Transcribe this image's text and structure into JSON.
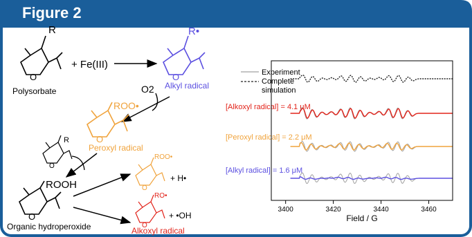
{
  "figure": {
    "title": "Figure 2",
    "colors": {
      "header": "#1a5e9a",
      "alkyl": "#5b4fe0",
      "peroxyl": "#f0a33c",
      "alkoxyl": "#e2231a",
      "experiment": "#a0a0a0",
      "simulation": "#222222"
    }
  },
  "scheme": {
    "r_label": "R",
    "r_dot_label": "R•",
    "o_label": "O",
    "plus_fe": "+ Fe(III)",
    "polysorbate": "Polysorbate",
    "alkyl_radical": "Alkyl radical",
    "o2": "O2",
    "roo_label": "ROO•",
    "peroxyl_radical": "Peroxyl radical",
    "rooh_label": "ROOH",
    "organic_hydroperoxide": "Organic hydroperoxide",
    "product_top_label": "ROO•",
    "plus_h": "+ H•",
    "product_bottom_label": "RO•",
    "plus_oh": "+ •OH",
    "alkoxyl_radical": "Alkoxyl radical"
  },
  "epr": {
    "legend_experiment": "Experiment",
    "legend_complete": "Complete",
    "legend_simulation": "simulation",
    "label_alkoxyl": "[Alkoxyl radical] = 4.1 μM",
    "label_peroxyl": "[Peroxyl radical] = 2.2 μM",
    "label_alkyl": "[Alkyl radical] = 1.6 μM",
    "ticks": [
      "3400",
      "3420",
      "3440",
      "3460"
    ],
    "xlabel": "Field / G",
    "xlim": [
      3394,
      3470
    ]
  },
  "chart_data": {
    "type": "line",
    "title": "",
    "xlabel": "Field / G",
    "ylabel": "",
    "x_ticks": [
      3400,
      3420,
      3440,
      3460
    ],
    "xlim": [
      3394,
      3470
    ],
    "legend": [
      "Experiment",
      "Complete simulation"
    ],
    "series": [
      {
        "name": "Complete simulation",
        "x_range": [
          3402,
          3470
        ]
      },
      {
        "name": "[Alkoxyl radical] = 4.1 μM",
        "x_range": [
          3402,
          3470
        ]
      },
      {
        "name": "[Peroxyl radical] = 2.2 μM",
        "x_range": [
          3402,
          3470
        ]
      },
      {
        "name": "[Alkyl radical] = 1.6 μM",
        "x_range": [
          3402,
          3470
        ]
      }
    ]
  }
}
